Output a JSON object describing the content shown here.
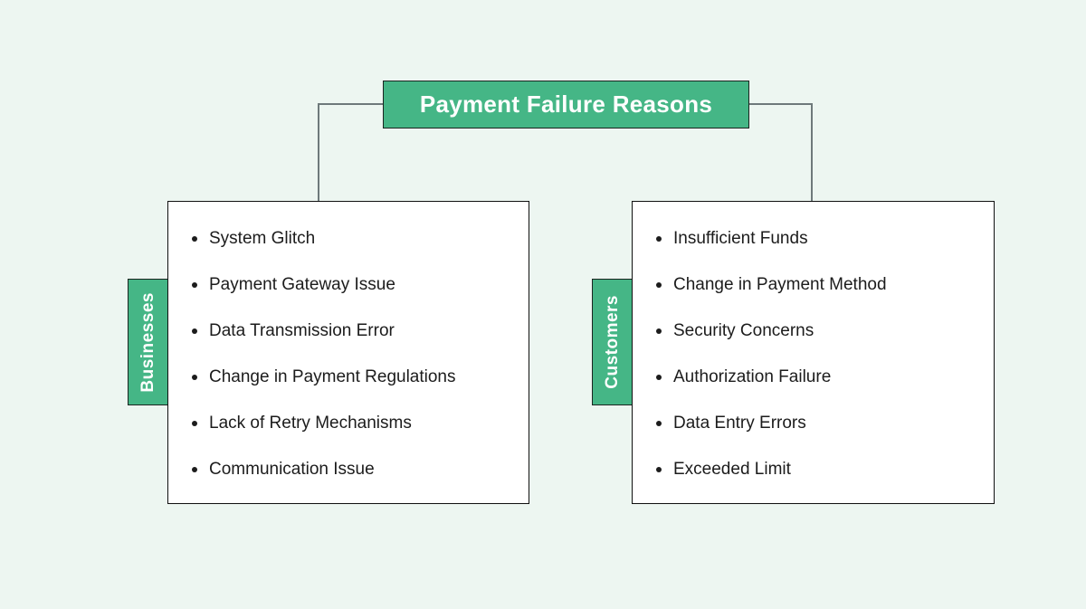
{
  "title": "Payment Failure Reasons",
  "colors": {
    "accent": "#45b686",
    "background": "#edf6f1",
    "connector": "#6e797b",
    "text": "#1c1c1c",
    "node_border": "#101010",
    "label_text": "#ffffff"
  },
  "groups": [
    {
      "label": "Businesses",
      "items": [
        "System Glitch",
        "Payment Gateway Issue",
        "Data Transmission Error",
        "Change in Payment Regulations",
        "Lack of Retry Mechanisms",
        "Communication Issue"
      ]
    },
    {
      "label": "Customers",
      "items": [
        "Insufficient Funds",
        "Change in Payment Method",
        "Security Concerns",
        "Authorization Failure",
        "Data Entry Errors",
        "Exceeded Limit"
      ]
    }
  ]
}
